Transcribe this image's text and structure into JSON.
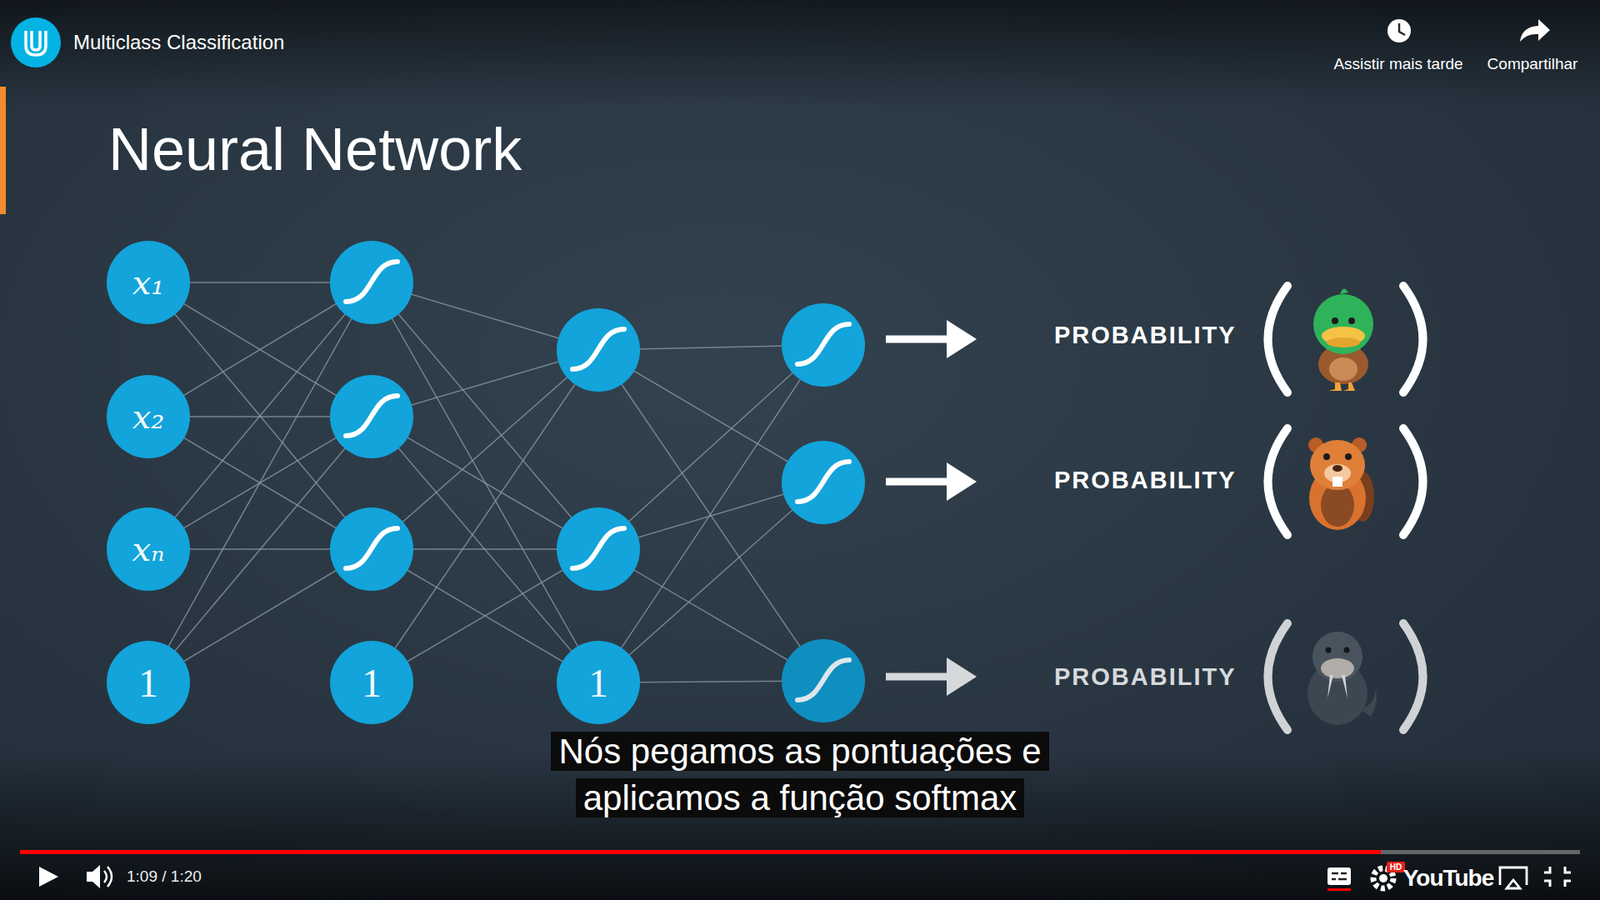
{
  "diagram": {
    "title": "Neural Network",
    "nodes": [
      {
        "text": [
          "x₁"
        ]
      },
      {
        "text": [
          "x₂"
        ]
      },
      {
        "text": [
          "xₙ"
        ]
      },
      {
        "text": [
          "1"
        ]
      },
      {
        "text": [
          "1"
        ]
      },
      {
        "text": [
          "1"
        ]
      }
    ],
    "labels": [
      "Multiclass Classification",
      "Assistir mais tarde",
      "Compartilhar",
      "PROBABILITY",
      "PROBABILITY",
      "PROBABILITY",
      "Nós pegamos as pontuações e aplicamos a função softmax",
      "1:09 / 1:20",
      "YouTube",
      "HD"
    ]
  }
}
